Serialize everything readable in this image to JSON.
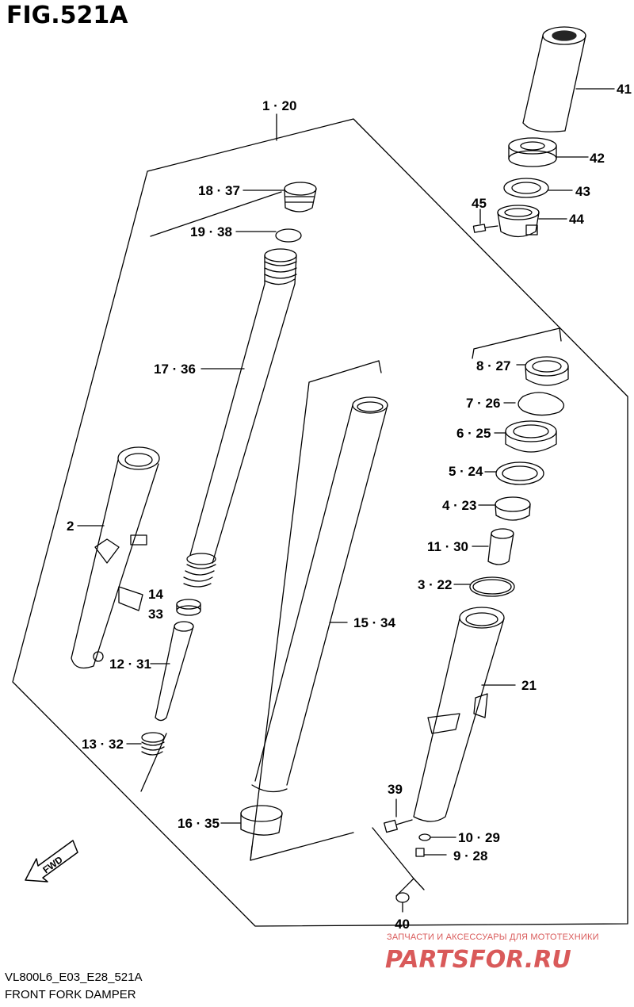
{
  "figure_title": "FIG.521A",
  "labels": {
    "l1_20": "1 · 20",
    "l2": "2",
    "l3_22": "3 · 22",
    "l4_23": "4 · 23",
    "l5_24": "5 · 24",
    "l6_25": "6 · 25",
    "l7_26": "7 · 26",
    "l8_27": "8 · 27",
    "l9_28": "9 · 28",
    "l10_29": "10 · 29",
    "l11_30": "11 · 30",
    "l12_31": "12 · 31",
    "l13_32": "13 · 32",
    "l14": "14",
    "l33": "33",
    "l15_34": "15 · 34",
    "l16_35": "16 · 35",
    "l17_36": "17 · 36",
    "l18_37": "18 · 37",
    "l19_38": "19 · 38",
    "l21": "21",
    "l39": "39",
    "l40": "40",
    "l41": "41",
    "l42": "42",
    "l43": "43",
    "l44": "44",
    "l45": "45",
    "fwd": "FWD"
  },
  "footer": {
    "code": "VL800L6_E03_E28_521A",
    "description": "FRONT FORK DAMPER"
  },
  "watermark": {
    "text": "ЗАПЧАСТИ И АКСЕССУАРЫ ДЛЯ МОТОТЕХНИКИ",
    "logo": "PARTSFOR.RU",
    "color": "#d95a5a"
  }
}
